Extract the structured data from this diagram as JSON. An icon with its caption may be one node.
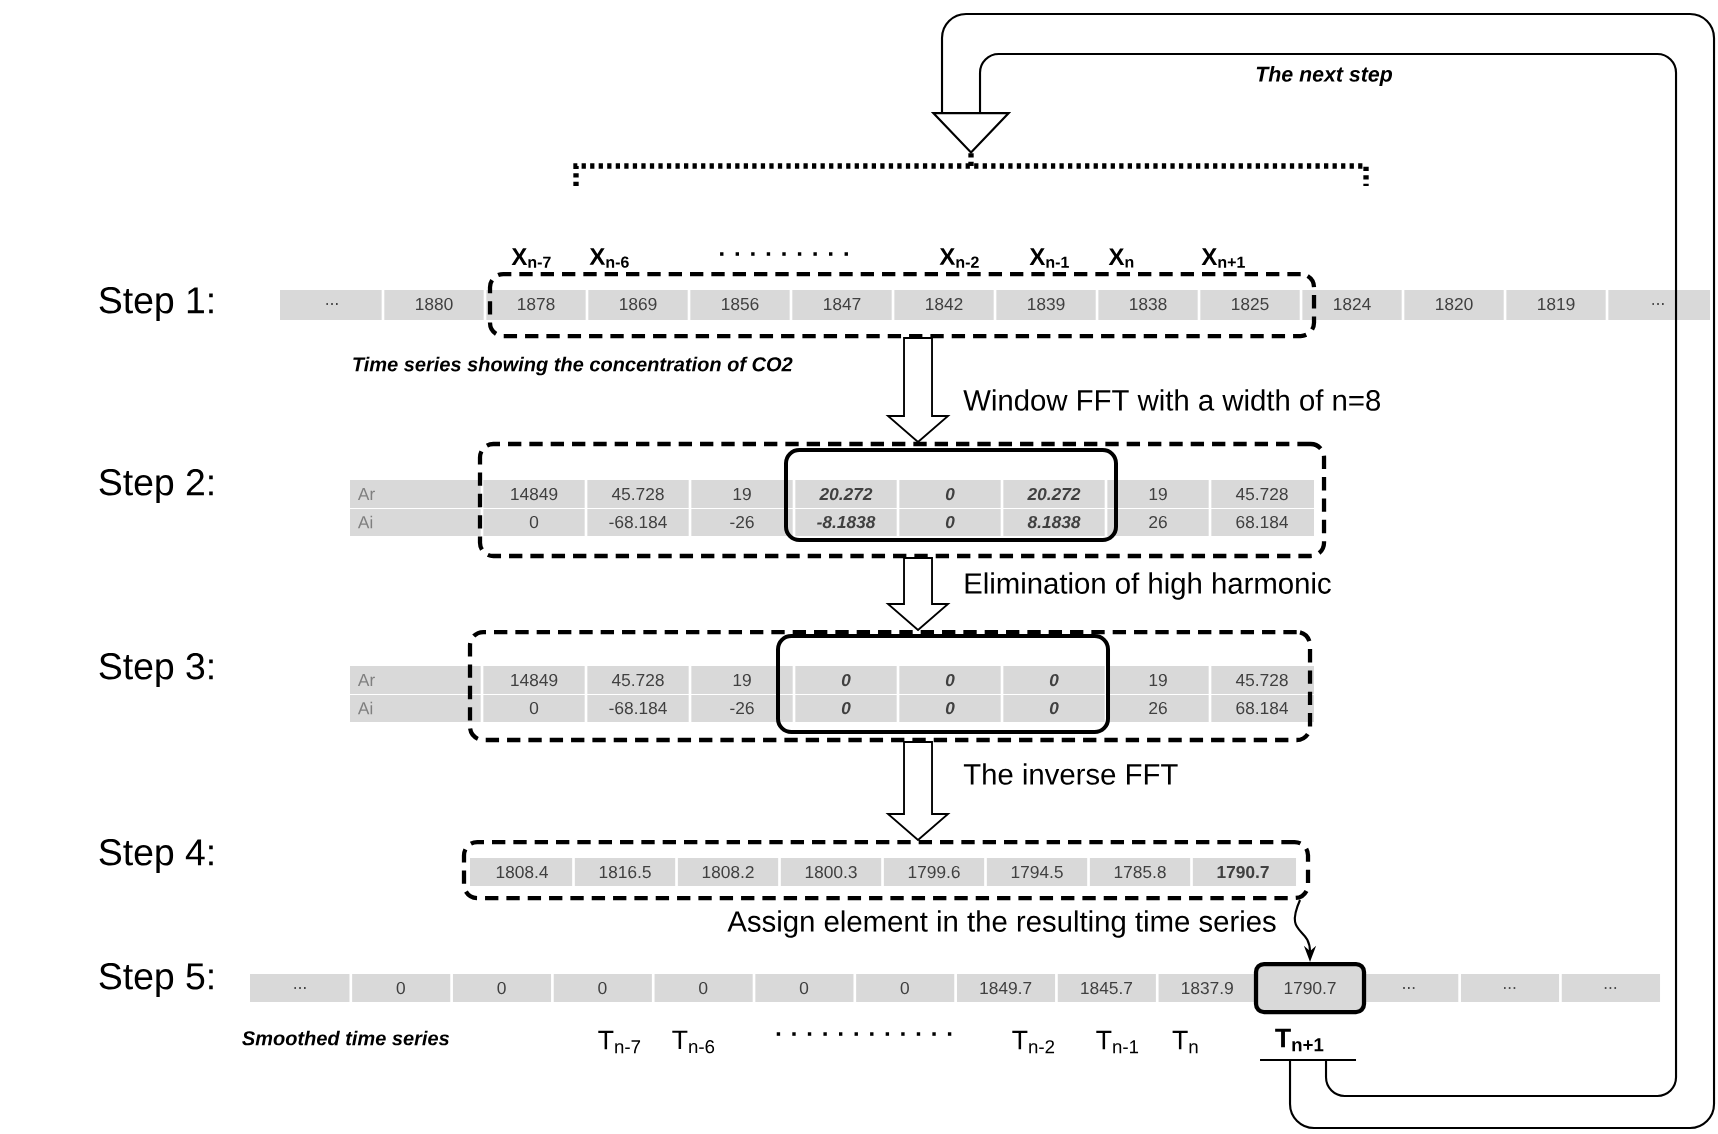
{
  "diagram": {
    "nodes": [
      {
        "text": [
          "1878",
          "1869",
          "1856",
          "1847",
          "1842",
          "1839",
          "1838",
          "1825"
        ]
      },
      {
        "text": [
          "14849",
          "45.728",
          "19",
          "19",
          "45.728",
          "0",
          "-68.184",
          "-26",
          "26",
          "68.184"
        ]
      },
      {
        "text": [
          "20.272",
          "0",
          "20.272",
          "-8.1838",
          "0",
          "8.1838"
        ],
        "in": 1
      },
      {
        "text": [
          "14849",
          "45.728",
          "19",
          "19",
          "45.728",
          "0",
          "-68.184",
          "-26",
          "26",
          "68.184"
        ]
      },
      {
        "text": [
          "0",
          "0",
          "0",
          "0",
          "0",
          "0"
        ],
        "in": 3
      },
      {
        "text": [
          "1808.4",
          "1816.5",
          "1808.2",
          "1800.3",
          "1799.6",
          "1794.5",
          "1785.8",
          "1790.7"
        ]
      },
      {
        "text": [
          "1790.7"
        ]
      },
      {
        "text": [
          "T$_{n+1}$"
        ]
      },
      {
        "text": [],
        "shape": "bracket"
      }
    ],
    "edges": [
      {
        "from": 0,
        "to": 1,
        "arrow": "to",
        "label": "Window FFT with a width of n=8"
      },
      {
        "from": 1,
        "to": 3,
        "arrow": "to",
        "label": "Elimination of high harmonic"
      },
      {
        "from": 3,
        "to": 5,
        "arrow": "to",
        "label": "The inverse FFT"
      },
      {
        "from": 5,
        "to": 6,
        "arrow": "to",
        "label": "Assign element in the resulting time series"
      },
      {
        "from": 7,
        "to": 8,
        "arrow": "to",
        "label": "The next step"
      }
    ],
    "labels": [
      "X$_{n-7}$",
      "X$_{n-6}$",
      ". . . . . . . . .",
      "X$_{n-2}$",
      "X$_{n-1}$",
      "X$_{n}$",
      "X$_{n+1}$",
      "Step 1:",
      "...",
      "1880",
      "1824",
      "1820",
      "1819",
      "...",
      "Time series showing the concentration of CO2",
      "Step 2:",
      "Ar",
      "Ai",
      "Step 3:",
      "Ar",
      "Ai",
      "Step 4:",
      "Step 5:",
      "...",
      "0",
      "0",
      "0",
      "0",
      "0",
      "0",
      "1849.7",
      "1845.7",
      "1837.9",
      "...",
      "...",
      "...",
      "Smoothed time series",
      "T$_{n-7}$",
      "T$_{n-6}$",
      ". . . . . . . . . . . .",
      "T$_{n-2}$",
      "T$_{n-1}$",
      "T$_{n}$"
    ]
  }
}
